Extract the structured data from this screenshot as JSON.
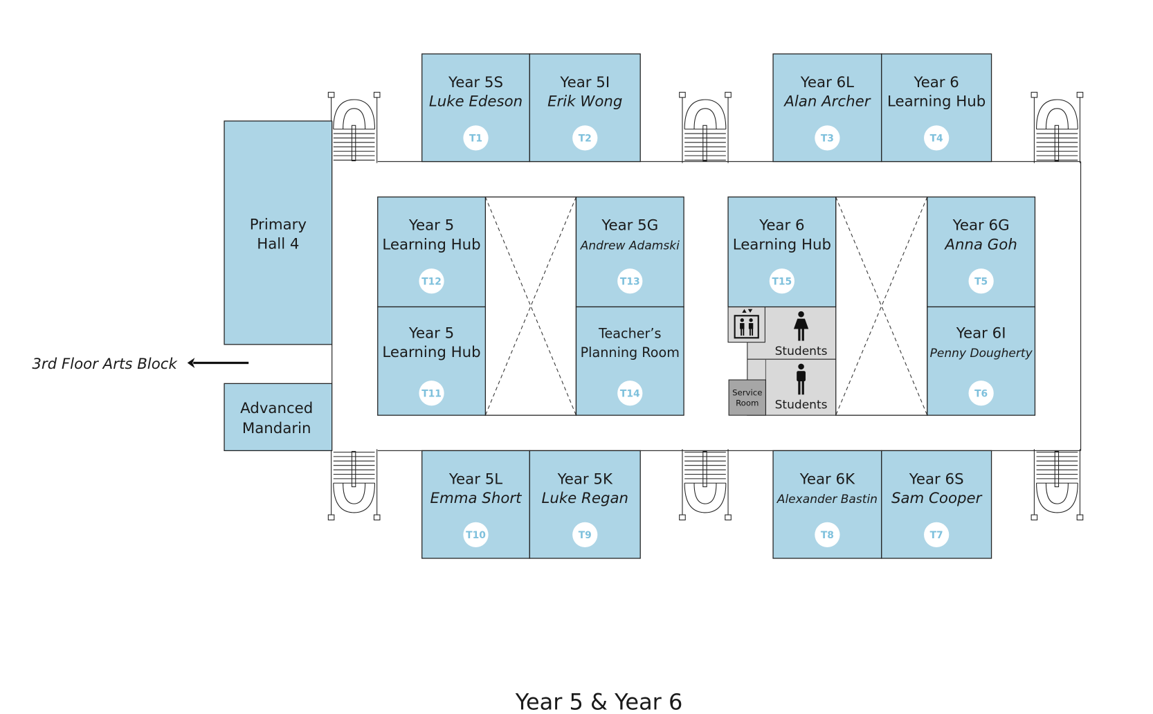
{
  "title": "Year 5 & Year 6",
  "arrow_label": "3rd Floor Arts Block",
  "colors": {
    "room": "#add5e6",
    "badge_text": "#7ec0dc",
    "toilets": "#d9d9d9",
    "service_room": "#a6a6a6"
  },
  "rooms": [
    {
      "id": "T1",
      "line1": "Year 5S",
      "line2": "Luke Edeson"
    },
    {
      "id": "T2",
      "line1": "Year 5I",
      "line2": "Erik Wong"
    },
    {
      "id": "T3",
      "line1": "Year 6L",
      "line2": "Alan Archer"
    },
    {
      "id": "T4",
      "line1": "Year 6",
      "line2": "Learning Hub"
    },
    {
      "id": "T12",
      "line1": "Year 5",
      "line2": "Learning Hub"
    },
    {
      "id": "T11",
      "line1": "Year 5",
      "line2": "Learning Hub"
    },
    {
      "id": "T13",
      "line1": "Year 5G",
      "line2": "Andrew Adamski"
    },
    {
      "id": "T14",
      "line1": "Teacher’s",
      "line2": "Planning Room"
    },
    {
      "id": "T15",
      "line1": "Year 6",
      "line2": "Learning Hub"
    },
    {
      "id": "T5",
      "line1": "Year 6G",
      "line2": "Anna Goh"
    },
    {
      "id": "T6",
      "line1": "Year 6I",
      "line2": "Penny Dougherty"
    },
    {
      "id": "T10",
      "line1": "Year 5L",
      "line2": "Emma Short"
    },
    {
      "id": "T9",
      "line1": "Year 5K",
      "line2": "Luke Regan"
    },
    {
      "id": "T8",
      "line1": "Year 6K",
      "line2": "Alexander Bastin"
    },
    {
      "id": "T7",
      "line1": "Year 6S",
      "line2": "Sam Cooper"
    }
  ],
  "halls": [
    {
      "line1": "Primary",
      "line2": "Hall 4"
    },
    {
      "line1": "Advanced",
      "line2": "Mandarin"
    }
  ],
  "toilets": [
    {
      "label": "Students",
      "icon": "female-toilet-icon"
    },
    {
      "label": "Students",
      "icon": "male-toilet-icon"
    }
  ],
  "service_room": {
    "line1": "Service",
    "line2": "Room"
  },
  "lift": {
    "icon": "lift-icon"
  }
}
